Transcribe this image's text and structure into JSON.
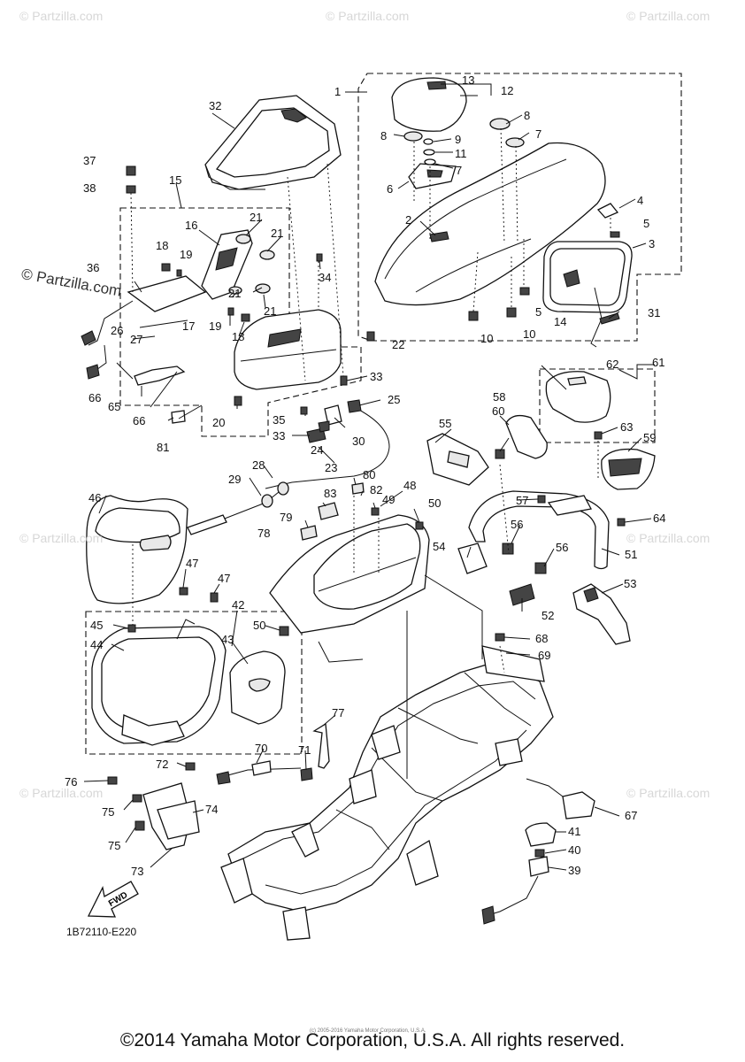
{
  "watermarks": {
    "brand": "© Partzilla.com",
    "prominent": "© Partzilla.com"
  },
  "callouts": [
    "1",
    "2",
    "3",
    "4",
    "5",
    "5",
    "6",
    "7",
    "7",
    "8",
    "8",
    "9",
    "10",
    "10",
    "11",
    "12",
    "13",
    "14",
    "15",
    "16",
    "17",
    "18",
    "18",
    "19",
    "19",
    "20",
    "21",
    "21",
    "21",
    "21",
    "22",
    "23",
    "24",
    "25",
    "26",
    "27",
    "28",
    "29",
    "30",
    "31",
    "32",
    "33",
    "33",
    "34",
    "35",
    "36",
    "37",
    "38",
    "39",
    "40",
    "41",
    "42",
    "43",
    "44",
    "45",
    "46",
    "47",
    "47",
    "48",
    "49",
    "50",
    "50",
    "51",
    "52",
    "53",
    "54",
    "55",
    "56",
    "56",
    "57",
    "58",
    "59",
    "60",
    "61",
    "62",
    "63",
    "64",
    "65",
    "66",
    "66",
    "67",
    "68",
    "69",
    "70",
    "71",
    "72",
    "73",
    "74",
    "75",
    "75",
    "76",
    "77",
    "78",
    "79",
    "80",
    "81",
    "82",
    "83"
  ],
  "fwd_arrow": "FWD",
  "diagram_code": "1B72110-E220",
  "fine_print": "(c) 2005-2016 Yamaha Motor Corporation, U.S.A.",
  "footer": "©2014 Yamaha Motor Corporation, U.S.A. All rights reserved.",
  "colors": {
    "ink": "#111111",
    "watermark": "#d7d7d7",
    "shade": "#e8e8e8"
  }
}
